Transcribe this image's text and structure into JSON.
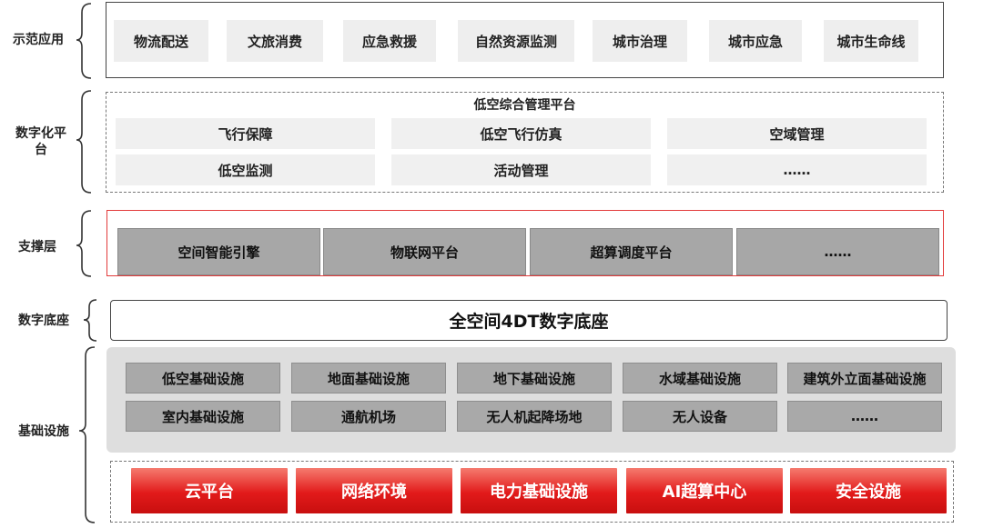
{
  "layers": {
    "application": {
      "label": "示范应用",
      "items": [
        "物流配送",
        "文旅消费",
        "应急救援",
        "自然资源监测",
        "城市治理",
        "城市应急",
        "城市生命线"
      ]
    },
    "platform": {
      "label": "数字化平台",
      "title": "低空综合管理平台",
      "items": [
        "飞行保障",
        "低空飞行仿真",
        "空域管理",
        "低空监测",
        "活动管理",
        "……"
      ]
    },
    "support": {
      "label": "支撑层",
      "items": [
        "空间智能引擎",
        "物联网平台",
        "超算调度平台",
        "……"
      ]
    },
    "digital_base": {
      "label": "数字底座",
      "title": "全空间4DT数字底座"
    },
    "infrastructure": {
      "label": "基础设施",
      "gray_items": [
        "低空基础设施",
        "地面基础设施",
        "地下基础设施",
        "水域基础设施",
        "建筑外立面基础设施",
        "室内基础设施",
        "通航机场",
        "无人机起降场地",
        "无人设备",
        "……"
      ],
      "red_items": [
        "云平台",
        "网络环境",
        "电力基础设施",
        "AI超算中心",
        "安全设施"
      ],
      "colors": {
        "red_top": "#f57b6f",
        "red_bottom": "#c80f0f",
        "gray": "#a9a9a9"
      }
    }
  }
}
